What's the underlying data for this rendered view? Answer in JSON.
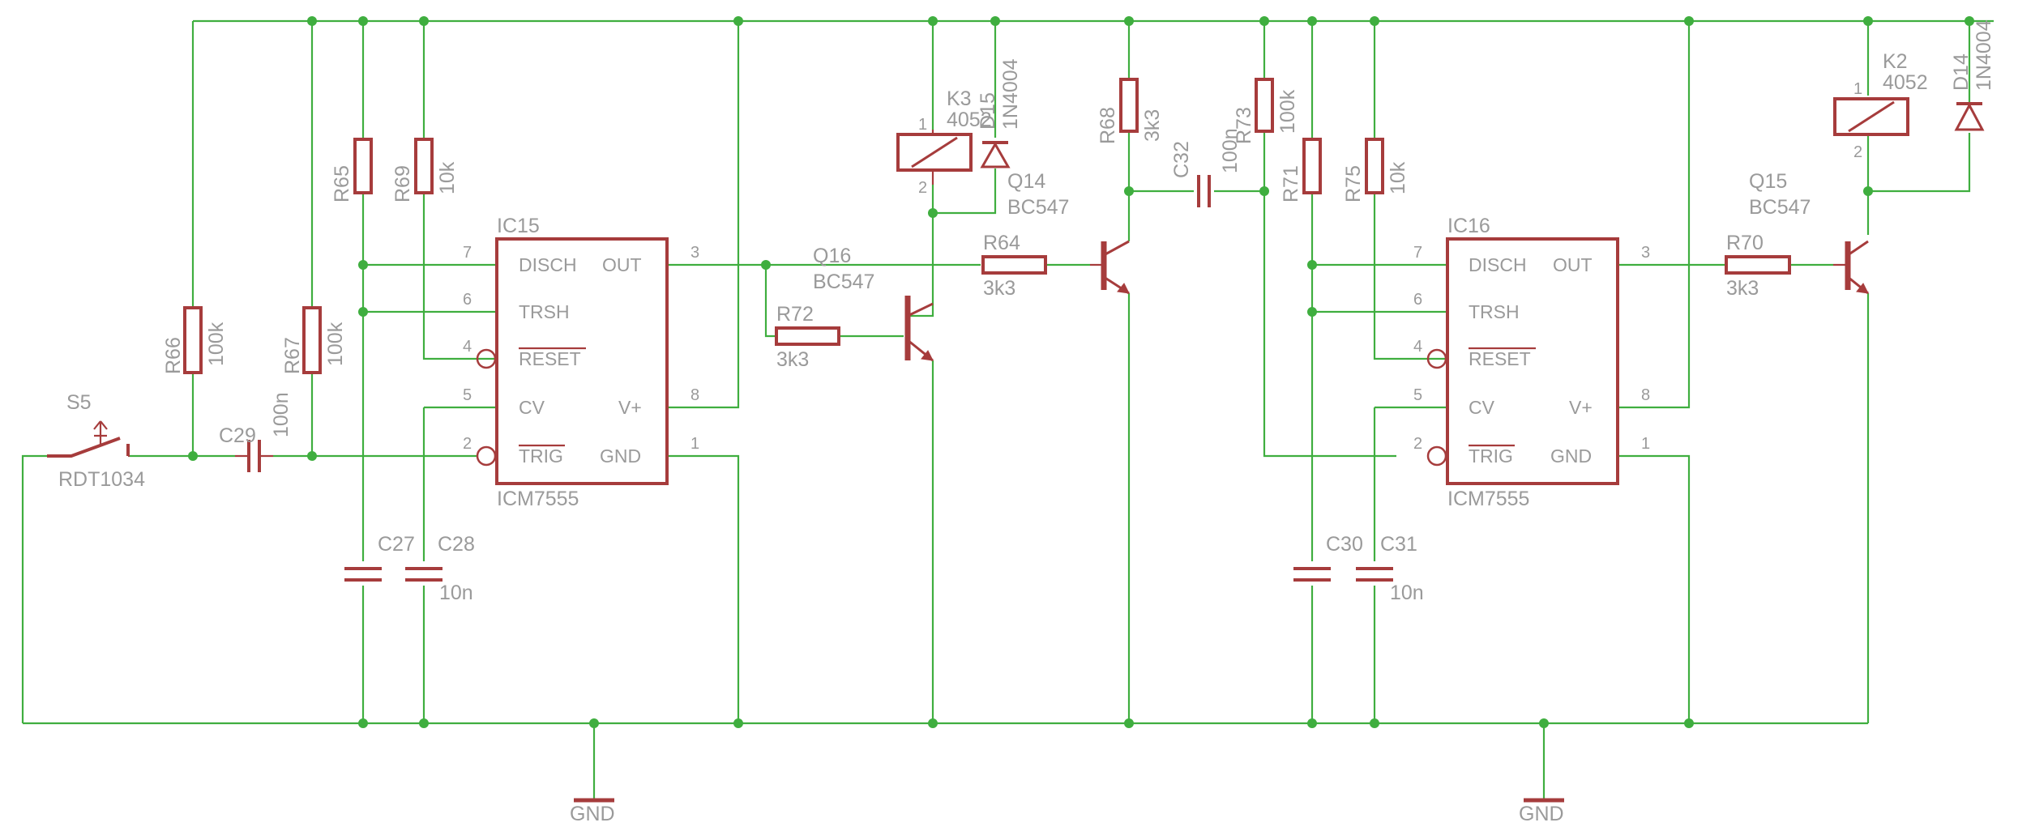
{
  "colors": {
    "wire": "#3fae3f",
    "symbol": "#a63c3c",
    "text": "#9a9a9a",
    "background": "#ffffff"
  },
  "ic15": {
    "name": "IC15",
    "value": "ICM7555",
    "pins": {
      "disch": "DISCH",
      "trsh": "TRSH",
      "reset": "RESET",
      "cv": "CV",
      "trig": "TRIG",
      "out": "OUT",
      "vplus": "V+",
      "gnd": "GND",
      "n7": "7",
      "n6": "6",
      "n4": "4",
      "n5": "5",
      "n2": "2",
      "n3": "3",
      "n8": "8",
      "n1": "1"
    }
  },
  "ic16": {
    "name": "IC16",
    "value": "ICM7555",
    "pins": {
      "disch": "DISCH",
      "trsh": "TRSH",
      "reset": "RESET",
      "cv": "CV",
      "trig": "TRIG",
      "out": "OUT",
      "vplus": "V+",
      "gnd": "GND",
      "n7": "7",
      "n6": "6",
      "n4": "4",
      "n5": "5",
      "n2": "2",
      "n3": "3",
      "n8": "8",
      "n1": "1"
    }
  },
  "switch": {
    "name": "S5",
    "value": "RDT1034"
  },
  "resistors": {
    "r66": {
      "name": "R66",
      "value": "100k"
    },
    "r67": {
      "name": "R67",
      "value": "100k"
    },
    "r65": {
      "name": "R65",
      "value": ""
    },
    "r69": {
      "name": "R69",
      "value": "10k"
    },
    "r72": {
      "name": "R72",
      "value": "3k3"
    },
    "r64": {
      "name": "R64",
      "value": "3k3"
    },
    "r68": {
      "name": "R68",
      "value": "3k3"
    },
    "r73": {
      "name": "R73",
      "value": "100k"
    },
    "r71": {
      "name": "R71",
      "value": ""
    },
    "r75": {
      "name": "R75",
      "value": "10k"
    },
    "r70": {
      "name": "R70",
      "value": "3k3"
    }
  },
  "capacitors": {
    "c29": {
      "name": "C29",
      "value": "100n"
    },
    "c27": {
      "name": "C27",
      "value": ""
    },
    "c28": {
      "name": "C28",
      "value": "10n"
    },
    "c32": {
      "name": "C32",
      "value": "100n"
    },
    "c30": {
      "name": "C30",
      "value": ""
    },
    "c31": {
      "name": "C31",
      "value": "10n"
    }
  },
  "transistors": {
    "q16": {
      "name": "Q16",
      "value": "BC547"
    },
    "q14": {
      "name": "Q14",
      "value": "BC547"
    },
    "q15": {
      "name": "Q15",
      "value": "BC547"
    }
  },
  "relays": {
    "k3": {
      "name": "K3",
      "value": "4052",
      "pin1": "1",
      "pin2": "2"
    },
    "k2": {
      "name": "K2",
      "value": "4052",
      "pin1": "1",
      "pin2": "2"
    }
  },
  "diodes": {
    "d15": {
      "name": "D15",
      "value": "1N4004"
    },
    "d14": {
      "name": "D14",
      "value": "1N4004"
    }
  },
  "ground": {
    "left": "GND",
    "right": "GND"
  }
}
